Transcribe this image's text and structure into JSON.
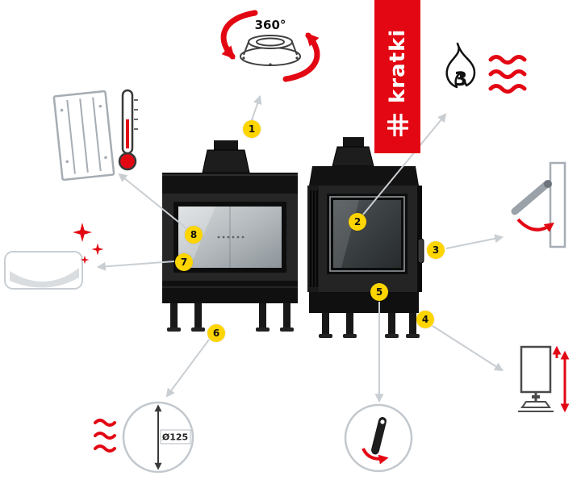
{
  "brand": {
    "logo_text": "kratki"
  },
  "colors": {
    "accent_red": "#e30613",
    "badge_yellow": "#ffd500",
    "connector_gray": "#c9ced3"
  },
  "features": {
    "rotation": {
      "label": "360°"
    },
    "heating": {
      "count_label": "3"
    },
    "air_inlet": {
      "diameter_label": "Ø125"
    }
  },
  "callouts": [
    {
      "number": "1"
    },
    {
      "number": "2"
    },
    {
      "number": "3"
    },
    {
      "number": "4"
    },
    {
      "number": "5"
    },
    {
      "number": "6"
    },
    {
      "number": "7"
    },
    {
      "number": "8"
    }
  ]
}
